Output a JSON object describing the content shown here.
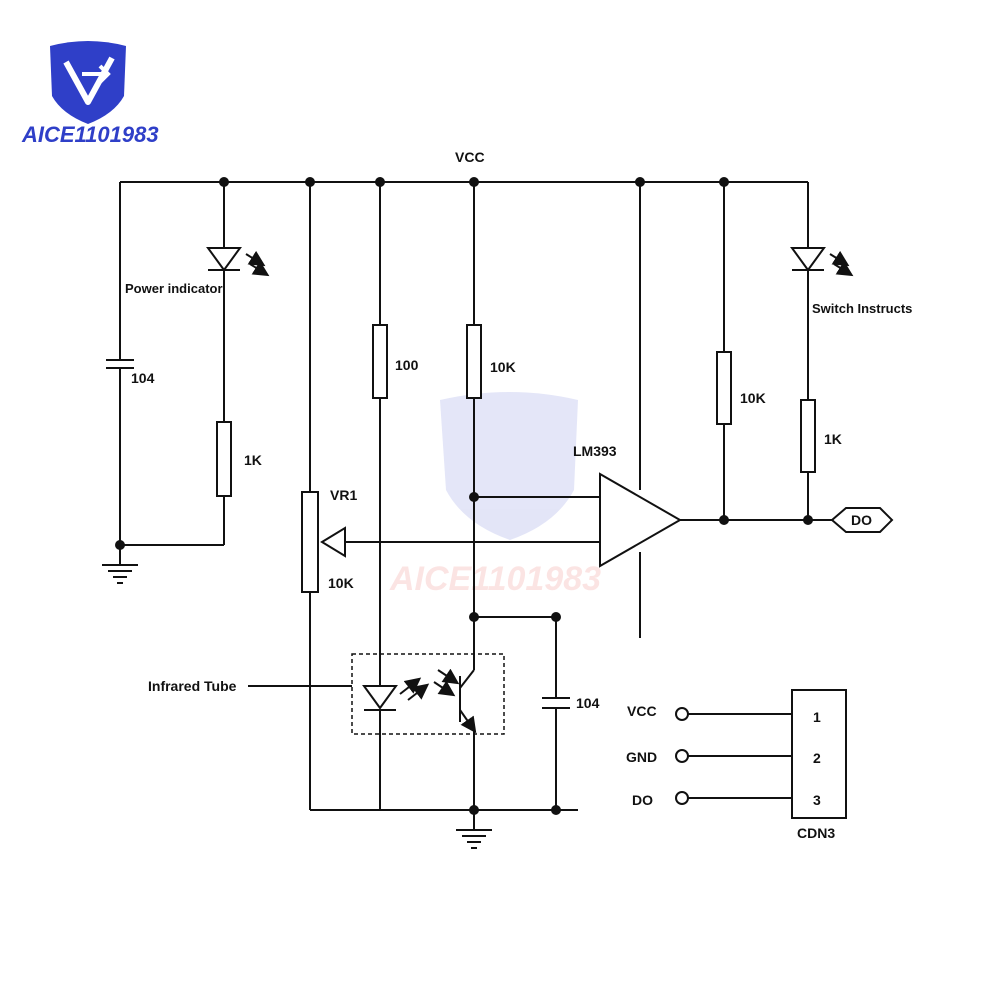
{
  "brand": {
    "name": "AICE1101983",
    "colors": {
      "blue": "#2f3fc8",
      "red": "#e3342f"
    },
    "icon": "shield-arrow-logo"
  },
  "labels": {
    "vcc_rail": "VCC",
    "power_indicator": "Power indicator",
    "switch_instructs": "Switch Instructs",
    "cap_left": "104",
    "res_power_led": "1K",
    "res_100": "100",
    "res_10k_mid": "10K",
    "vr_name": "VR1",
    "vr_value": "10K",
    "comparator": "LM393",
    "res_10k_right": "10K",
    "res_1k_right": "1K",
    "do_tag": "DO",
    "infrared_tube": "Infrared Tube",
    "cap_right": "104",
    "connector_name": "CDN3"
  },
  "connector": {
    "pins": [
      {
        "name": "VCC",
        "number": "1"
      },
      {
        "name": "GND",
        "number": "2"
      },
      {
        "name": "DO",
        "number": "3"
      }
    ]
  }
}
